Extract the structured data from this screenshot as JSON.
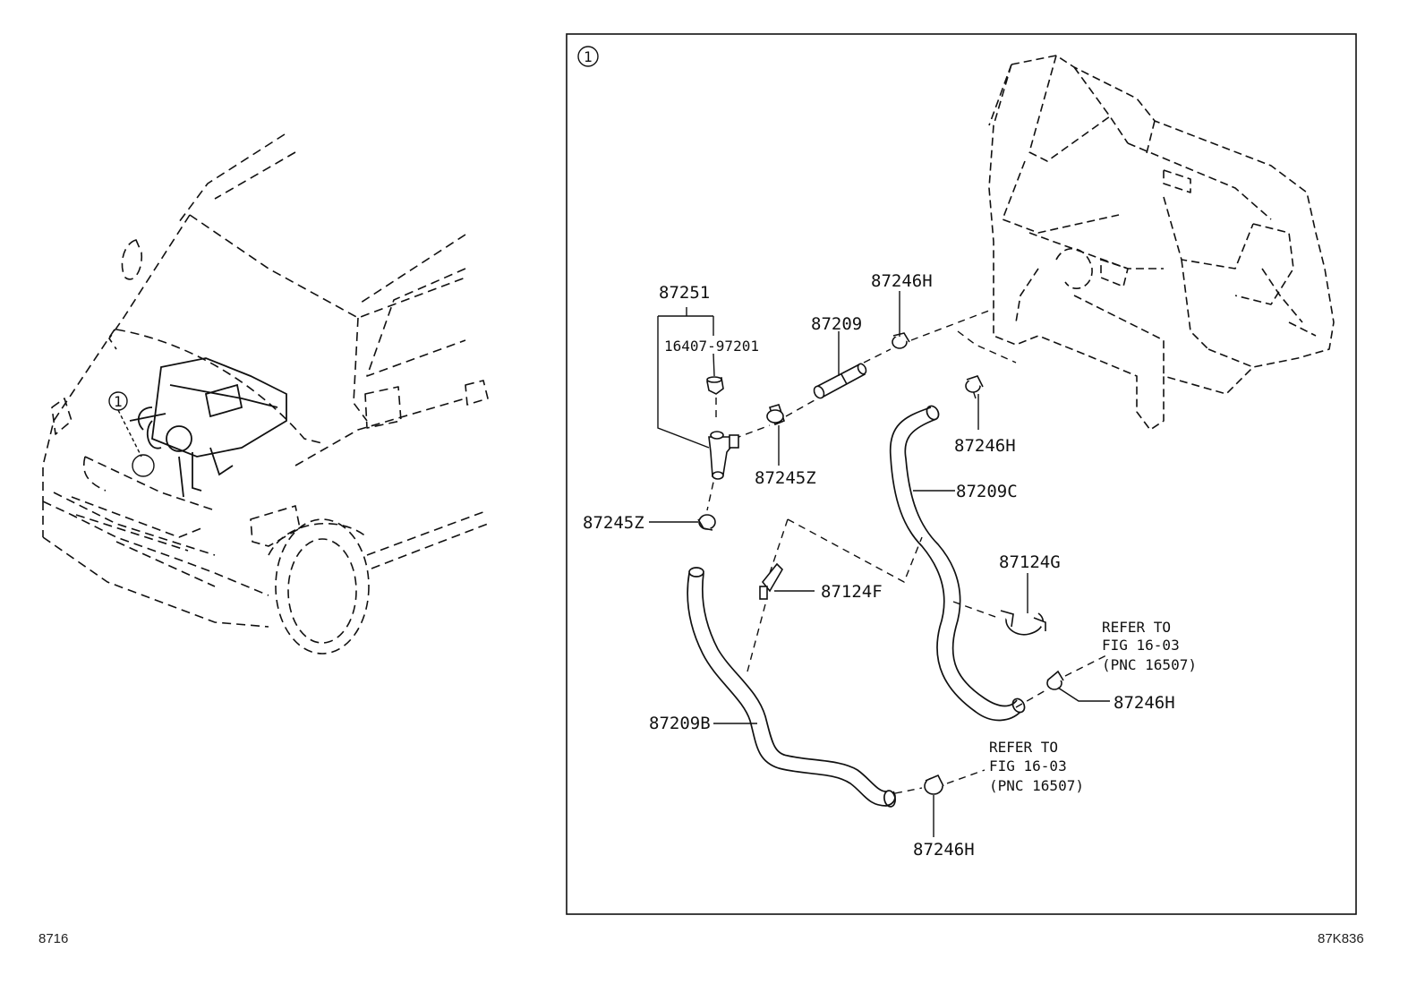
{
  "callout_marker": "1",
  "labels": {
    "p87251": "87251",
    "p16407": "16407-97201",
    "p87209": "87209",
    "p87246h_top": "87246H",
    "p87246h_mid": "87246H",
    "p87245z_mid": "87245Z",
    "p87245z_left": "87245Z",
    "p87209c": "87209C",
    "p87124g": "87124G",
    "p87124f": "87124F",
    "p87246h_right": "87246H",
    "p87209b": "87209B",
    "p87246h_bottom": "87246H"
  },
  "refer_right": [
    "REFER TO",
    "FIG 16-03",
    "(PNC 16507)"
  ],
  "refer_bottom": [
    "REFER TO",
    "FIG 16-03",
    "(PNC 16507)"
  ],
  "footer": {
    "left_code": "8716",
    "right_code": "87K836"
  }
}
